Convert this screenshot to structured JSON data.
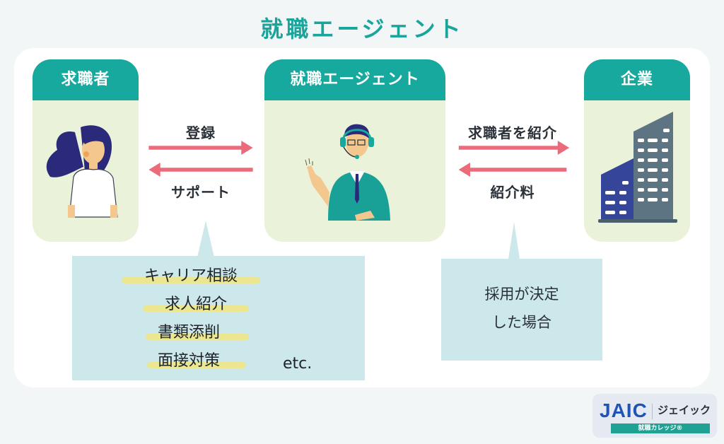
{
  "title": "就職エージェント",
  "colors": {
    "accent": "#17a89e",
    "card_body": "#eaf3d9",
    "arrow": "#ec6b7a",
    "callout": "#cde8ea",
    "highlight": "#eee685",
    "building_front": "#34459a",
    "building_back": "#5d7482"
  },
  "cards": {
    "job_seeker": {
      "label": "求職者",
      "icon": "woman-illustration"
    },
    "agent": {
      "label": "就職エージェント",
      "icon": "agent-with-headset-illustration"
    },
    "company": {
      "label": "企業",
      "icon": "office-building-icon"
    }
  },
  "flows": {
    "left": {
      "top_label": "登録",
      "bottom_label": "サポート"
    },
    "right": {
      "top_label": "求職者を紹介",
      "bottom_label": "紹介料"
    }
  },
  "support_callout": {
    "items": [
      "キャリア相談",
      "求人紹介",
      "書類添削",
      "面接対策"
    ],
    "suffix": "etc."
  },
  "fee_callout": {
    "lines": [
      "採用が決定",
      "した場合"
    ]
  },
  "logo": {
    "mark": "JAIC",
    "kana": "ジェイック",
    "sub": "就職カレッジ®"
  }
}
